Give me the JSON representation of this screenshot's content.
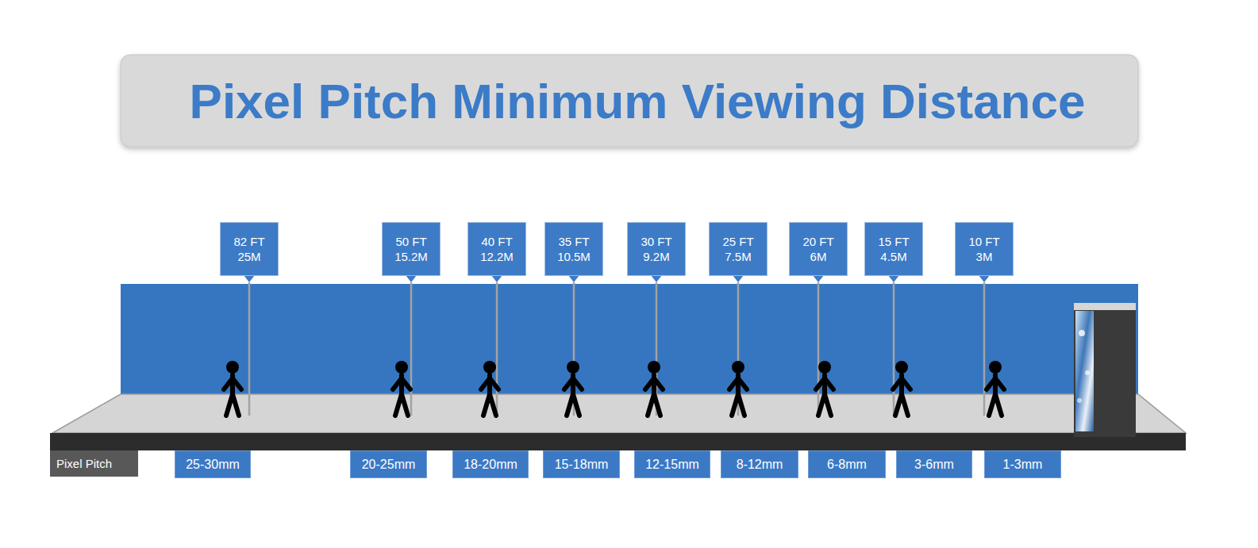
{
  "diagram": {
    "title": "Pixel Pitch Minimum Viewing Distance",
    "nodes": [
      {
        "text": [
          "82 FT 25M"
        ]
      },
      {
        "text": [
          "50 FT 15.2M"
        ]
      },
      {
        "text": [
          "40 FT 12.2M"
        ]
      },
      {
        "text": [
          "35 FT 10.5M"
        ]
      },
      {
        "text": [
          "30 FT 9.2M"
        ]
      },
      {
        "text": [
          "25 FT 7.5M"
        ]
      },
      {
        "text": [
          "20 FT 6M"
        ]
      },
      {
        "text": [
          "15 FT 4.5M"
        ]
      },
      {
        "text": [
          "10 FT 3M"
        ]
      },
      {
        "text": [
          "Pixel Pitch"
        ]
      },
      {
        "text": [
          "25-30mm"
        ]
      },
      {
        "text": [
          "20-25mm"
        ]
      },
      {
        "text": [
          "18-20mm"
        ]
      },
      {
        "text": [
          "15-18mm"
        ]
      },
      {
        "text": [
          "12-15mm"
        ]
      },
      {
        "text": [
          "8-12mm"
        ]
      },
      {
        "text": [
          "6-8mm"
        ]
      },
      {
        "text": [
          "3-6mm"
        ]
      },
      {
        "text": [
          "1-3mm"
        ]
      }
    ]
  }
}
